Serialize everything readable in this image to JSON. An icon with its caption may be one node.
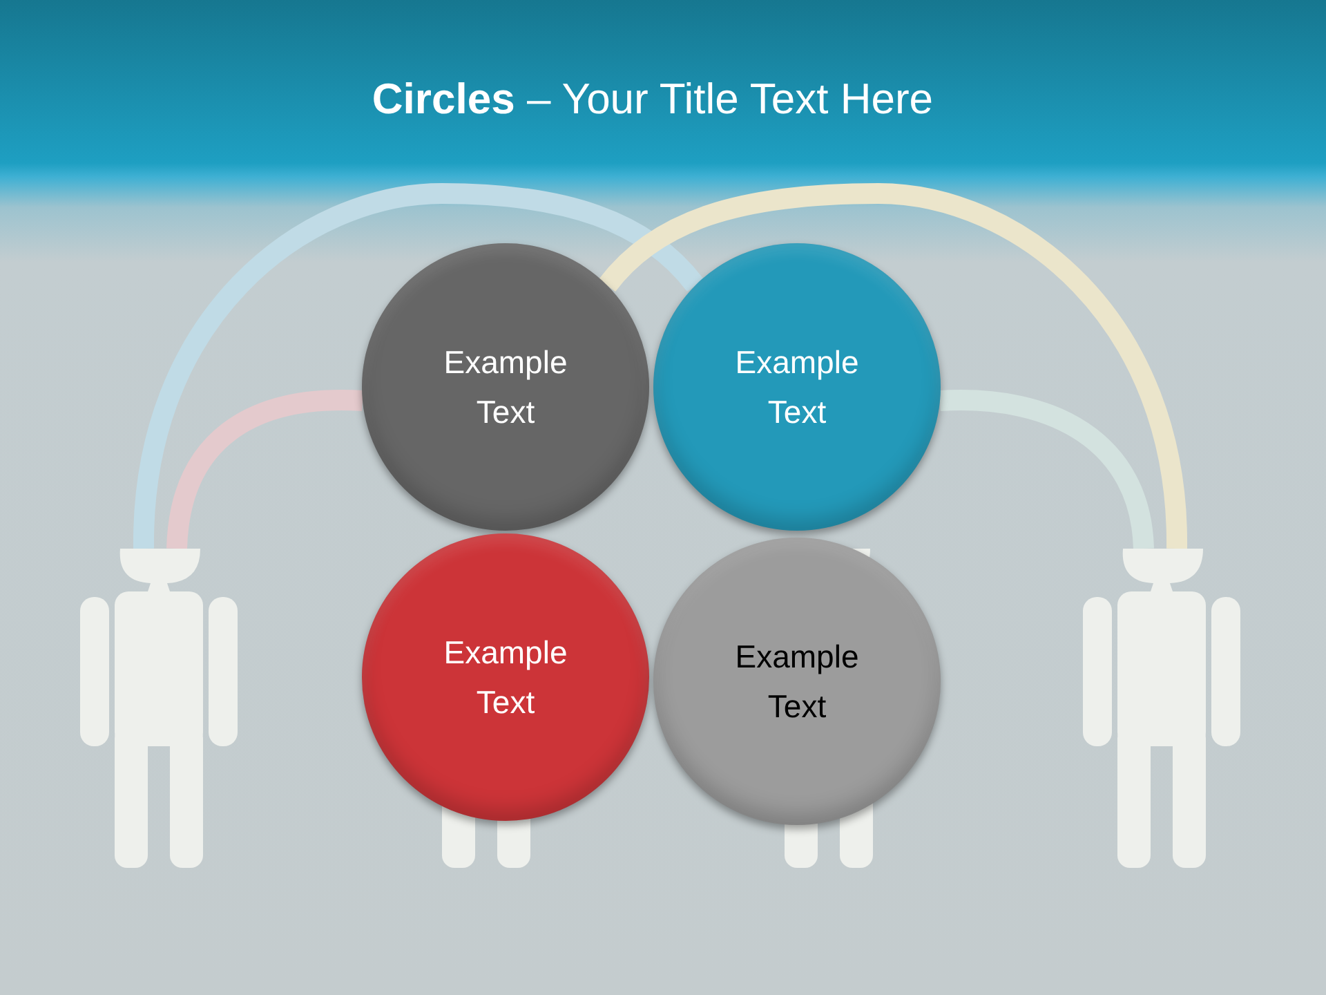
{
  "diagram": {
    "title": "**Circles** – Your Title Text Here",
    "nodes": [
      {
        "text": [
          "Example Text"
        ]
      },
      {
        "text": [
          "Example Text"
        ]
      },
      {
        "text": [
          "Example Text"
        ]
      },
      {
        "text": [
          "Example Text"
        ]
      },
      {
        "text": [],
        "shape": "person"
      },
      {
        "text": [],
        "shape": "person"
      }
    ],
    "edges": [
      {
        "from": 4,
        "to": 0,
        "arrow": "none",
        "color": "#e4cacd"
      },
      {
        "from": 4,
        "to": 1,
        "arrow": "none",
        "color": "#c0dbe6"
      },
      {
        "from": 5,
        "to": 0,
        "arrow": "none",
        "color": "#ebe5cb"
      },
      {
        "from": 5,
        "to": 1,
        "arrow": "none",
        "color": "#d3e2df"
      }
    ]
  }
}
